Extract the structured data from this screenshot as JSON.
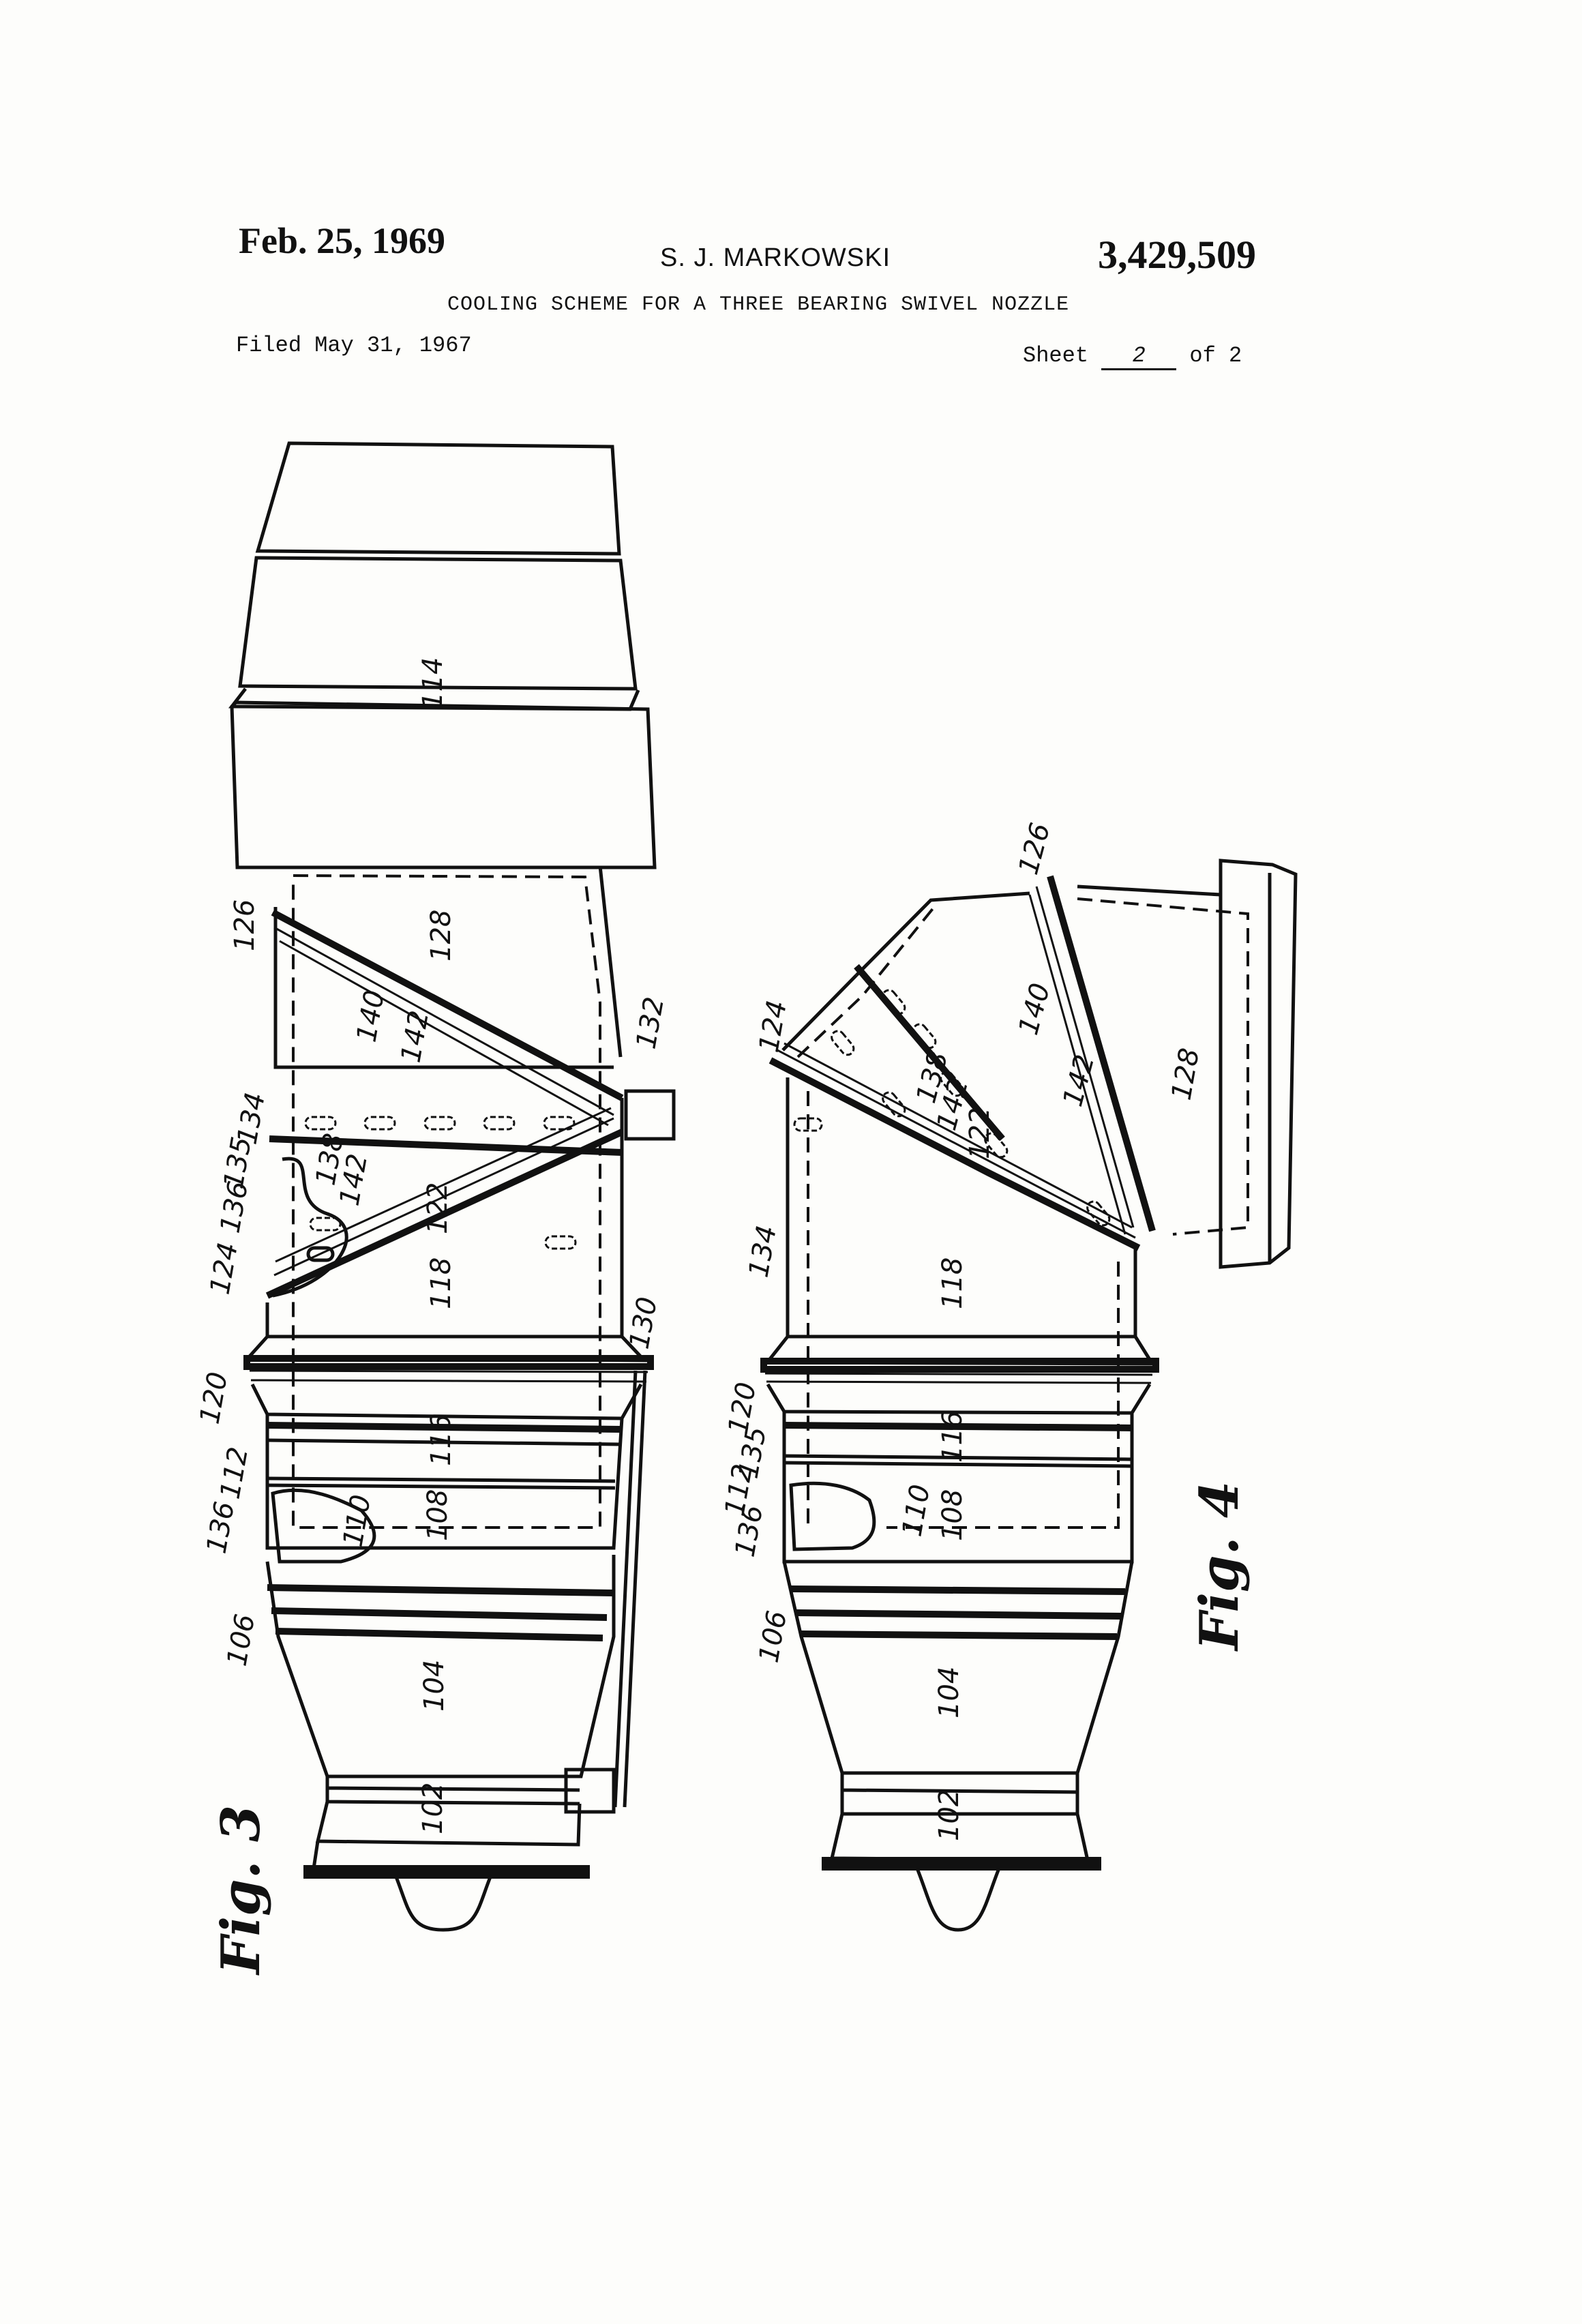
{
  "header": {
    "date": "Feb. 25, 1969",
    "inventor": "S. J. MARKOWSKI",
    "patent_number": "3,429,509",
    "title": "COOLING SCHEME FOR A THREE BEARING SWIVEL NOZZLE",
    "filed": "Filed May 31, 1967",
    "sheet_prefix": "Sheet",
    "sheet_number": "2",
    "sheet_suffix": "of 2"
  },
  "figures": [
    {
      "id": "fig3",
      "caption": "Fig. 3",
      "labels": [
        "114",
        "128",
        "126",
        "140",
        "142",
        "132",
        "134",
        "135",
        "138",
        "142",
        "122",
        "136",
        "124",
        "118",
        "130",
        "120",
        "116",
        "112",
        "136",
        "110",
        "108",
        "106",
        "104",
        "102"
      ]
    },
    {
      "id": "fig4",
      "caption": "Fig. 4",
      "labels": [
        "126",
        "140",
        "128",
        "124",
        "138",
        "142",
        "142",
        "122",
        "134",
        "118",
        "120",
        "116",
        "135",
        "112",
        "136",
        "110",
        "108",
        "106",
        "104",
        "102"
      ]
    }
  ]
}
